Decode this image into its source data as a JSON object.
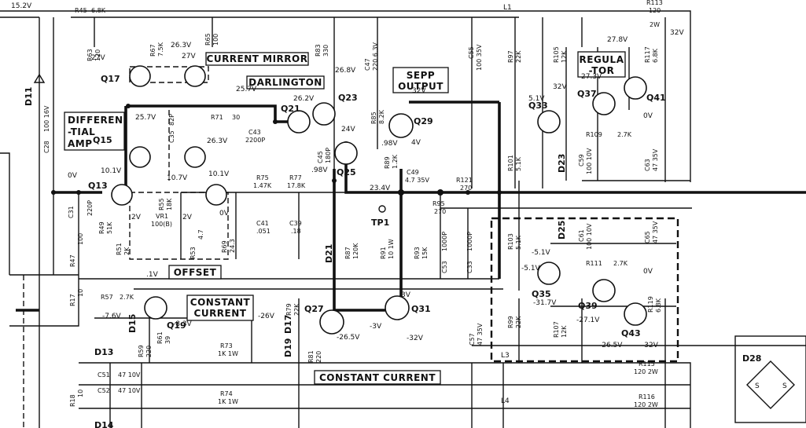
{
  "boxes": {
    "current_mirror": "CURRENT MIRROR",
    "darlington": "DARLINGTON",
    "sepp_1": "SEPP",
    "sepp_2": "OUTPUT",
    "differential_1": "DIFFEREN",
    "differential_2": "-TIAL",
    "differential_3": "AMP",
    "regulator_1": "REGULA",
    "regulator_2": "-TOR",
    "offset": "OFFSET",
    "constant_current_1": "CONSTANT",
    "constant_current_2": "CURRENT",
    "constant_current_bottom": "CONSTANT CURRENT"
  },
  "transistors": {
    "q13": "Q13",
    "q15": "Q15",
    "q17": "Q17",
    "q19": "Q19",
    "q21": "Q21",
    "q23": "Q23",
    "q25": "Q25",
    "q27": "Q27",
    "q29": "Q29",
    "q31": "Q31",
    "q33": "Q33",
    "q35": "Q35",
    "q37": "Q37",
    "q39": "Q39",
    "q41": "Q41",
    "q43": "Q43"
  },
  "diodes": {
    "d11": "D11",
    "d13": "D13",
    "d14": "D14",
    "d15": "D15",
    "d17": "D17",
    "d19": "D19",
    "d21": "D21",
    "d23": "D23",
    "d25": "D25",
    "d28": "D28"
  },
  "resistors": {
    "r45": "R45",
    "r45_v": "6.8K",
    "r63": "R63",
    "r63_v": "120",
    "r67": "R67",
    "r67_v": "7.5K",
    "r65": "R65",
    "r65_v": "100",
    "r83": "R83",
    "r83_v": "330",
    "r85": "R85",
    "r85_v": "8.2K",
    "r71": "R71",
    "r71_v": "30",
    "r75": "R75",
    "r75_v": "1.47K",
    "r77": "R77",
    "r77_v": "17.8K",
    "r89": "R89",
    "r89_v": "1.2K",
    "r97": "R97",
    "r97_v": "22K",
    "r105": "R105",
    "r105_v": "12K",
    "r113": "R113",
    "r113_v": "120",
    "r113_p": "2W",
    "r117": "R117",
    "r117_v": "6.8K",
    "r109": "R109",
    "r109_v": "2.7K",
    "r101": "R101",
    "r101_v": "5.1K",
    "r121": "R121",
    "r121_v": "270",
    "r95": "R95",
    "r95_v": "270",
    "r49": "R49",
    "r49_v": "51K",
    "r47": "R47",
    "r47_v": "100",
    "r51": "R51",
    "r51_v": "2K",
    "r55": "R55",
    "r55_v": "18K",
    "vr1": "VR1",
    "vr1_v": "100(B)",
    "r53": "R53",
    "r53_v": "4.7",
    "r69": "R69",
    "r69_v": "24.3",
    "r87": "R87",
    "r87_v": "120K",
    "r91": "R91",
    "r91_v": "10 1W",
    "r93": "R93",
    "r93_v": "15K",
    "r103": "R103",
    "r103_v": "5.1K",
    "r111": "R111",
    "r111_v": "2.7K",
    "r115": "R115",
    "r115_v": "120 2W",
    "r116": "R116",
    "r116_v": "120 2W",
    "r99": "R99",
    "r99_v": "22K",
    "r107": "R107",
    "r107_v": "12K",
    "r119": "R119",
    "r119_v": "6.8K",
    "r57": "R57",
    "r57_v": "2.7K",
    "r59": "R59",
    "r59_v": "220",
    "r61": "R61",
    "r61_v": "39",
    "r73": "R73",
    "r73_v": "1K 1W",
    "r74": "R74",
    "r74_v": "1K 1W",
    "r79": "R79",
    "r79_v": "22K",
    "r81": "R81",
    "r81_v": "220",
    "r17": "R17",
    "r17_v": "10",
    "r18": "R18",
    "r18_v": "10"
  },
  "capacitors": {
    "c28": "C28",
    "c28_v": "100 16V",
    "c35": "C35",
    "c35_v": "82P",
    "c43": "C43",
    "c43_v": "2200P",
    "c45": "C45",
    "c45_v": "180P",
    "c47": "C47",
    "c47_v": "220 6.3V",
    "c49": "C49",
    "c49_v": "4.7 35V",
    "c55": "C55",
    "c55_v": "100 35V",
    "c59": "C59",
    "c59_v": "100 10V",
    "c63": "C63",
    "c63_v": "47 35V",
    "c31": "C31",
    "c31_v": "220P",
    "c41": "C41",
    "c41_v": ".051",
    "c39": "C39",
    "c39_v": ".18",
    "c53": "C53",
    "c53_v": "1000P",
    "c33": "C33",
    "c33_v": "1000P",
    "c61": "C61",
    "c61_v": "100 10V",
    "c65": "C65",
    "c65_v": "47 35V",
    "c57": "C57",
    "c57_v": "47 35V",
    "c51": "C51",
    "c51_v": "47 10V",
    "c52": "C52",
    "c52_v": "47 10V"
  },
  "inductors": {
    "l1": "L1",
    "l3": "L3",
    "l4": "L4"
  },
  "test_point": "TP1",
  "voltages": {
    "v15_2": "15.2V",
    "v27_a": "27V",
    "v26_3_a": "26.3V",
    "v27_b": "27V",
    "v26_8": "26.8V",
    "v25_7_a": "25.7V",
    "v26_2": "26.2V",
    "v25_7_b": "25.7V",
    "v26_3_b": "26.3V",
    "v10_1_a": "10.1V",
    "v10_7": "10.7V",
    "v10_1_b": "10.1V",
    "v24": "24V",
    "v98": ".98V",
    "v98_b": ".98V",
    "v4": "4V",
    "v32_top": "32V",
    "v32_r": "32V",
    "v32_reg": "32V",
    "v27_8": "27.8V",
    "v27_3": "27.3V",
    "v5_1": "5.1V",
    "v0_reg": "0V",
    "v23_4": "23.4V",
    "v0_a": "0V",
    "v0_b": "0V",
    "v2_a": "2V",
    "v2_b": "2V",
    "v1": ".1V",
    "v_5_1": "-5.1V",
    "v_5_1b": "-5.1V",
    "v0_reg2": "0V",
    "v_31_7": "-31.7V",
    "v_27_1": "-27.1V",
    "v3": "3V",
    "v_3": "-3V",
    "v_32": "-32V",
    "v_26_5": "-26.5V",
    "v_26_5b": "-26.5V",
    "v_32b": "-32V",
    "v_26": "-26V",
    "v_7_6": "-7.6V",
    "v_8_3": "-8.3V"
  },
  "bridge_pins": {
    "left": "S",
    "right": "S"
  }
}
